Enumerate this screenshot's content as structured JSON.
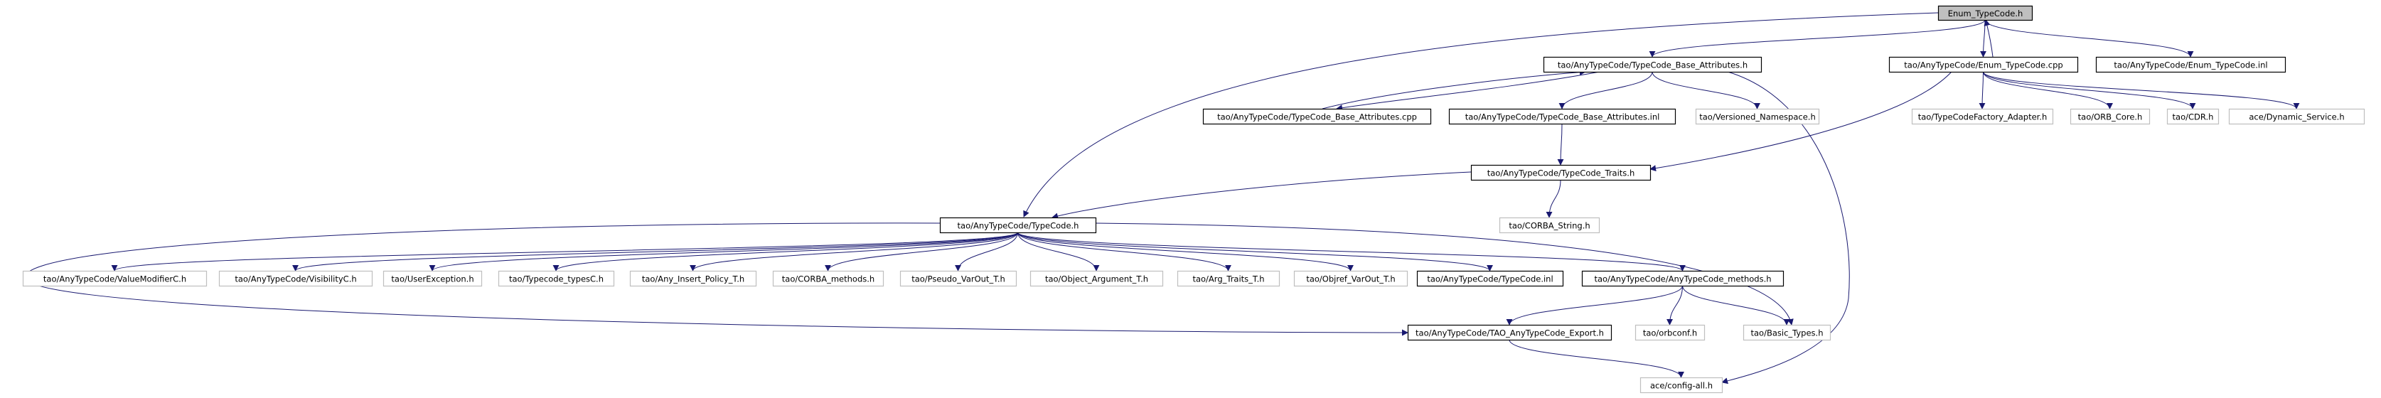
{
  "graph": {
    "colors": {
      "edge": "#191970",
      "root_fill": "#bfbfbf",
      "linked_border": "#000000",
      "external_border": "#bfbfbf",
      "linked_text": "#000000",
      "external_text": "#000000"
    },
    "nodes": [
      {
        "id": "root",
        "label": "Enum_TypeCode.h",
        "style": "root",
        "interactable": true
      },
      {
        "id": "base_attr_h",
        "label": "tao/AnyTypeCode/TypeCode_Base_Attributes.h",
        "style": "linked",
        "interactable": true
      },
      {
        "id": "enum_cpp",
        "label": "tao/AnyTypeCode/Enum_TypeCode.cpp",
        "style": "linked",
        "interactable": true
      },
      {
        "id": "enum_inl",
        "label": "tao/AnyTypeCode/Enum_TypeCode.inl",
        "style": "linked",
        "interactable": true
      },
      {
        "id": "base_attr_cpp",
        "label": "tao/AnyTypeCode/TypeCode_Base_Attributes.cpp",
        "style": "linked",
        "interactable": true
      },
      {
        "id": "base_attr_inl",
        "label": "tao/AnyTypeCode/TypeCode_Base_Attributes.inl",
        "style": "linked",
        "interactable": true
      },
      {
        "id": "versioned_ns",
        "label": "tao/Versioned_Namespace.h",
        "style": "external",
        "interactable": false
      },
      {
        "id": "factory_adapter",
        "label": "tao/TypeCodeFactory_Adapter.h",
        "style": "external",
        "interactable": false
      },
      {
        "id": "orb_core",
        "label": "tao/ORB_Core.h",
        "style": "external",
        "interactable": false
      },
      {
        "id": "cdr",
        "label": "tao/CDR.h",
        "style": "external",
        "interactable": false
      },
      {
        "id": "dynamic_service",
        "label": "ace/Dynamic_Service.h",
        "style": "external",
        "interactable": false
      },
      {
        "id": "traits_h",
        "label": "tao/AnyTypeCode/TypeCode_Traits.h",
        "style": "linked",
        "interactable": true
      },
      {
        "id": "corba_string",
        "label": "tao/CORBA_String.h",
        "style": "external",
        "interactable": false
      },
      {
        "id": "typecode_h",
        "label": "tao/AnyTypeCode/TypeCode.h",
        "style": "linked",
        "interactable": true
      },
      {
        "id": "value_modifier",
        "label": "tao/AnyTypeCode/ValueModifierC.h",
        "style": "external",
        "interactable": false
      },
      {
        "id": "visibility",
        "label": "tao/AnyTypeCode/VisibilityC.h",
        "style": "external",
        "interactable": false
      },
      {
        "id": "user_exception",
        "label": "tao/UserException.h",
        "style": "external",
        "interactable": false
      },
      {
        "id": "typecode_types",
        "label": "tao/Typecode_typesC.h",
        "style": "external",
        "interactable": false
      },
      {
        "id": "any_insert",
        "label": "tao/Any_Insert_Policy_T.h",
        "style": "external",
        "interactable": false
      },
      {
        "id": "corba_methods",
        "label": "tao/CORBA_methods.h",
        "style": "external",
        "interactable": false
      },
      {
        "id": "pseudo_varout",
        "label": "tao/Pseudo_VarOut_T.h",
        "style": "external",
        "interactable": false
      },
      {
        "id": "object_argument",
        "label": "tao/Object_Argument_T.h",
        "style": "external",
        "interactable": false
      },
      {
        "id": "arg_traits",
        "label": "tao/Arg_Traits_T.h",
        "style": "external",
        "interactable": false
      },
      {
        "id": "objref_varout",
        "label": "tao/Objref_VarOut_T.h",
        "style": "external",
        "interactable": false
      },
      {
        "id": "typecode_inl",
        "label": "tao/AnyTypeCode/TypeCode.inl",
        "style": "linked",
        "interactable": true
      },
      {
        "id": "anytc_methods",
        "label": "tao/AnyTypeCode/AnyTypeCode_methods.h",
        "style": "linked",
        "interactable": true
      },
      {
        "id": "tao_export",
        "label": "tao/AnyTypeCode/TAO_AnyTypeCode_Export.h",
        "style": "linked",
        "interactable": true
      },
      {
        "id": "orbconf",
        "label": "tao/orbconf.h",
        "style": "external",
        "interactable": false
      },
      {
        "id": "basic_types",
        "label": "tao/Basic_Types.h",
        "style": "external",
        "interactable": false
      },
      {
        "id": "config_all",
        "label": "ace/config-all.h",
        "style": "external",
        "interactable": false
      }
    ],
    "edges": [
      {
        "from": "root",
        "to": "typecode_h"
      },
      {
        "from": "root",
        "to": "base_attr_h"
      },
      {
        "from": "root",
        "to": "enum_cpp"
      },
      {
        "from": "root",
        "to": "enum_inl"
      },
      {
        "from": "enum_cpp",
        "to": "root"
      },
      {
        "from": "base_attr_h",
        "to": "base_attr_cpp"
      },
      {
        "from": "base_attr_cpp",
        "to": "base_attr_h"
      },
      {
        "from": "base_attr_h",
        "to": "base_attr_inl"
      },
      {
        "from": "base_attr_h",
        "to": "versioned_ns"
      },
      {
        "from": "base_attr_h",
        "to": "config_all"
      },
      {
        "from": "base_attr_inl",
        "to": "traits_h"
      },
      {
        "from": "enum_cpp",
        "to": "traits_h"
      },
      {
        "from": "enum_cpp",
        "to": "factory_adapter"
      },
      {
        "from": "enum_cpp",
        "to": "orb_core"
      },
      {
        "from": "enum_cpp",
        "to": "cdr"
      },
      {
        "from": "enum_cpp",
        "to": "dynamic_service"
      },
      {
        "from": "traits_h",
        "to": "typecode_h"
      },
      {
        "from": "traits_h",
        "to": "corba_string"
      },
      {
        "from": "typecode_h",
        "to": "value_modifier"
      },
      {
        "from": "typecode_h",
        "to": "visibility"
      },
      {
        "from": "typecode_h",
        "to": "user_exception"
      },
      {
        "from": "typecode_h",
        "to": "typecode_types"
      },
      {
        "from": "typecode_h",
        "to": "any_insert"
      },
      {
        "from": "typecode_h",
        "to": "corba_methods"
      },
      {
        "from": "typecode_h",
        "to": "pseudo_varout"
      },
      {
        "from": "typecode_h",
        "to": "object_argument"
      },
      {
        "from": "typecode_h",
        "to": "arg_traits"
      },
      {
        "from": "typecode_h",
        "to": "objref_varout"
      },
      {
        "from": "typecode_h",
        "to": "typecode_inl"
      },
      {
        "from": "typecode_h",
        "to": "anytc_methods"
      },
      {
        "from": "typecode_h",
        "to": "basic_types"
      },
      {
        "from": "typecode_h",
        "to": "tao_export"
      },
      {
        "from": "anytc_methods",
        "to": "tao_export"
      },
      {
        "from": "anytc_methods",
        "to": "orbconf"
      },
      {
        "from": "anytc_methods",
        "to": "basic_types"
      },
      {
        "from": "tao_export",
        "to": "config_all"
      }
    ]
  }
}
